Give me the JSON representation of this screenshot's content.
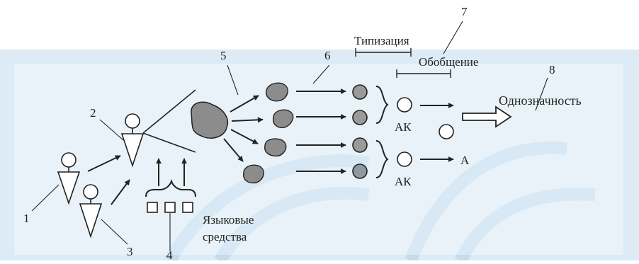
{
  "labels": {
    "typization": "Типизация",
    "generalization": "Обобщение",
    "unambiguity": "Однозначность",
    "language_means_line1": "Языковые",
    "language_means_line2": "средства",
    "ak_top": "АК",
    "ak_bottom": "АК",
    "a_result": "А"
  },
  "numbers": {
    "n1": "1",
    "n2": "2",
    "n3": "3",
    "n4": "4",
    "n5": "5",
    "n6": "6",
    "n7": "7",
    "n8": "8"
  },
  "colors": {
    "background_band": "#dcebf5",
    "watermark": "#c3dcee",
    "blob_fill": "#8c8c8c",
    "circle_fill": "#9a9a9a",
    "circle_fill_last": "#8d9aa3",
    "stroke": "#222222"
  }
}
